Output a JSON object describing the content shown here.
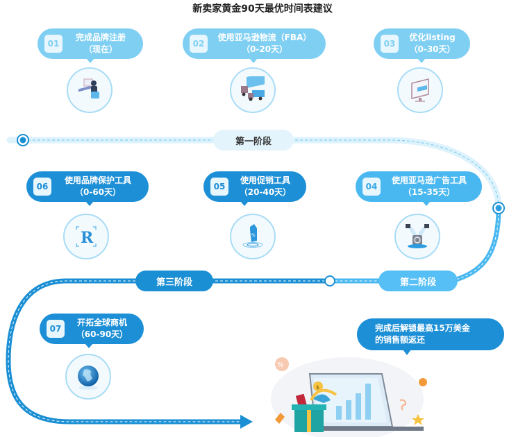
{
  "title": "新卖家黄金90天最优时间表建议",
  "steps": [
    {
      "num": "01",
      "line1": "完成品牌注册",
      "line2": "（现在）",
      "icon": "desk-worker-icon",
      "tone": "light"
    },
    {
      "num": "02",
      "line1": "使用亚马逊物流（FBA）",
      "line2": "（0-20天）",
      "icon": "delivery-trucks-icon",
      "tone": "light"
    },
    {
      "num": "03",
      "line1": "优化listing",
      "line2": "（0-30天）",
      "icon": "monitor-listing-icon",
      "tone": "light"
    },
    {
      "num": "04",
      "line1": "使用亚马逊广告工具",
      "line2": "（15-35天）",
      "icon": "spotlight-ad-icon",
      "tone": "mid"
    },
    {
      "num": "05",
      "line1": "使用促销工具",
      "line2": "（20-40天）",
      "icon": "discount-tag-icon",
      "tone": "dark"
    },
    {
      "num": "06",
      "line1": "使用品牌保护工具",
      "line2": "（0-60天）",
      "icon": "registered-r-icon",
      "tone": "dark"
    },
    {
      "num": "07",
      "line1": "开拓全球商机",
      "line2": "（60-90天）",
      "icon": "globe-icon",
      "tone": "dark"
    }
  ],
  "stages": {
    "stage1": "第一阶段",
    "stage2": "第二阶段",
    "stage3": "第三阶段"
  },
  "final": {
    "line1": "完成后解锁最高15万美金",
    "line2": "的销售额返还",
    "icon": "laptop-gift-sales-chart-icon"
  },
  "colors": {
    "light_blue": "#7fcff3",
    "mid_blue": "#4ab8f0",
    "dark_blue": "#1d8fd6",
    "path_light": "#d3eefb",
    "path_dark": "#1b8fd4"
  }
}
